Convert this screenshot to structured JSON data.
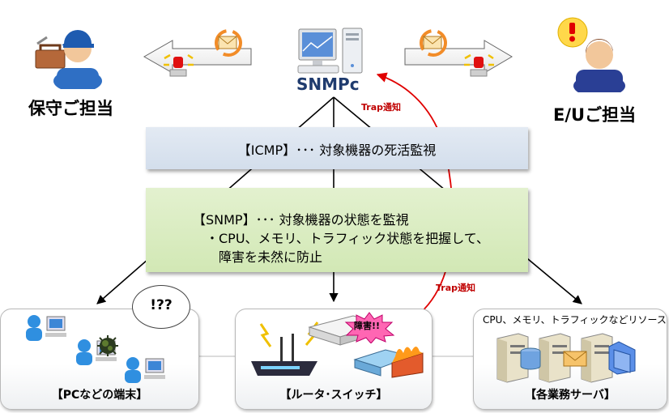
{
  "center": {
    "label": "SNMPc"
  },
  "roles": {
    "left": "保守ご担当",
    "right": "E/Uご担当"
  },
  "icmp": {
    "text": "【ICMP】･･･ 対象機器の死活監視"
  },
  "snmp": {
    "line1": "【SNMP】･･･ 対象機器の状態を監視",
    "line2": "・CPU、メモリ、トラフィック状態を把握して、",
    "line3": "障害を未然に防止"
  },
  "trap": {
    "upper": "Trap通知",
    "lower": "Trap通知"
  },
  "panels": {
    "pc": {
      "caption": "【PCなどの端末】",
      "bubble": "!??"
    },
    "router": {
      "caption": "【ルータ･スイッチ】",
      "alert": "障害!!"
    },
    "server": {
      "caption": "【各業務サーバ】",
      "resources": "CPU、メモリ、トラフィックなどリソース"
    }
  },
  "colors": {
    "icmp_band": "#d9e2ee",
    "snmp_band": "#d6eabd",
    "trap_arrow": "#e00000",
    "person_blue": "#2f6fc4",
    "monitor_blue": "#5a8fd8"
  },
  "icons": [
    "pc-monitor-icon",
    "maintenance-person-icon",
    "end-user-icon",
    "mail-transfer-icon",
    "alert-lamp-icon",
    "user-pc-icon",
    "virus-icon",
    "wifi-router-icon",
    "network-switch-icon",
    "firewall-icon",
    "server-icon",
    "database-icon",
    "envelope-icon",
    "folder-icon"
  ]
}
